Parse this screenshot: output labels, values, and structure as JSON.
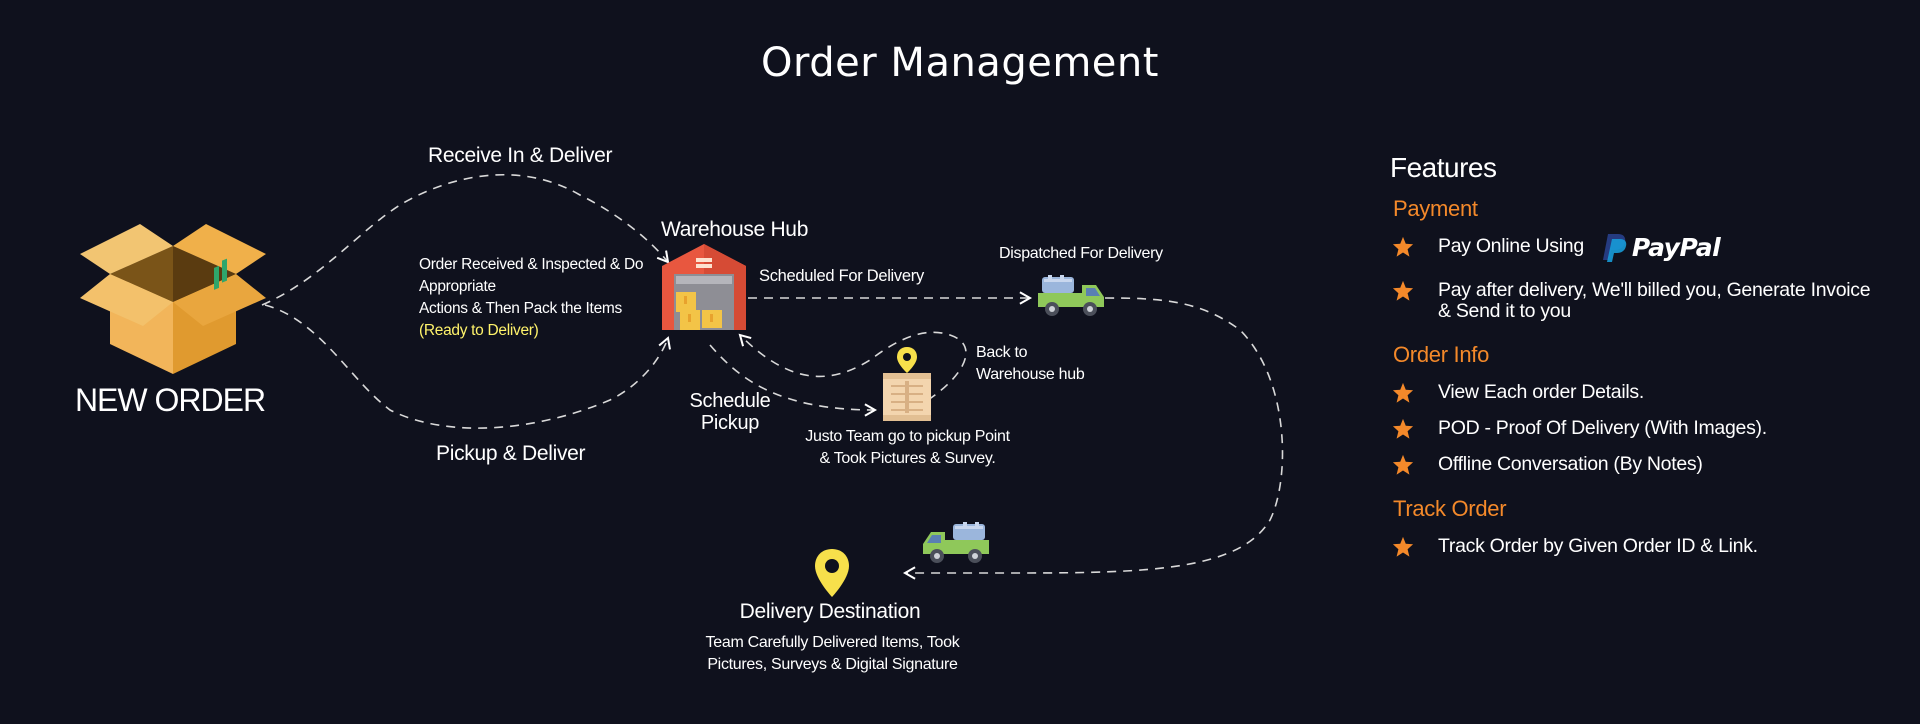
{
  "title": "Order Management",
  "diagram": {
    "new_order": "NEW ORDER",
    "receive_deliver": "Receive In & Deliver",
    "pickup_deliver": "Pickup & Deliver",
    "warehouse_hub": "Warehouse Hub",
    "order_received_lines": [
      "Order Received & Inspected & Do",
      "Appropriate",
      "Actions & Then Pack the Items"
    ],
    "ready_to_deliver": "(Ready to Deliver)",
    "scheduled_for_delivery": "Scheduled For Delivery",
    "dispatched_for_delivery": "Dispatched For Delivery",
    "back_to_warehouse": [
      "Back to",
      "Warehouse hub"
    ],
    "schedule_pickup": [
      "Schedule",
      "Pickup"
    ],
    "justo_team": [
      "Justo Team go to pickup Point",
      "& Took Pictures & Survey."
    ],
    "delivery_destination": "Delivery Destination",
    "delivery_desc": [
      "Team Carefully Delivered Items, Took",
      "Pictures, Surveys & Digital Signature"
    ]
  },
  "features": {
    "title": "Features",
    "sections": [
      {
        "title": "Payment",
        "items": [
          "Pay Online Using",
          "Pay after delivery, We'll billed you, Generate Invoice & Send it to you"
        ]
      },
      {
        "title": "Order Info",
        "items": [
          "View Each order Details.",
          "POD - Proof Of Delivery (With Images).",
          "Offline Conversation (By Notes)"
        ]
      },
      {
        "title": "Track Order",
        "items": [
          "Track Order by Given Order ID & Link."
        ]
      }
    ],
    "paypal_label": "PayPal"
  },
  "colors": {
    "background": "#0f111d",
    "accent_orange": "#f4892a",
    "highlight_yellow": "#fff36b",
    "pin_yellow": "#f7e04b",
    "truck_green": "#8fc85a",
    "warehouse_red": "#e8573f",
    "paypal_dark_blue": "#253b80",
    "paypal_light_blue": "#179bd7"
  },
  "icons": [
    "box-icon",
    "warehouse-icon",
    "truck-icon",
    "crate-icon",
    "map-pin-icon",
    "star-icon",
    "paypal-logo-icon"
  ]
}
